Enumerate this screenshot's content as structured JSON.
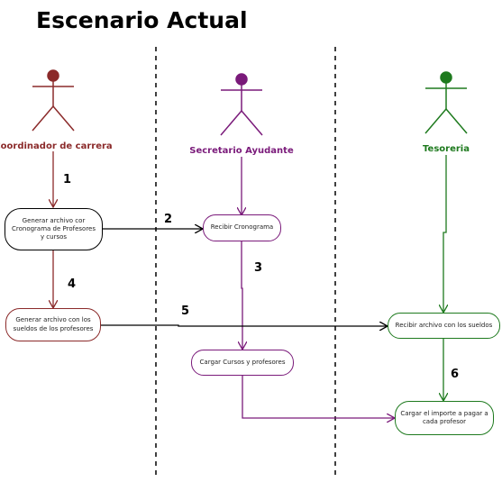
{
  "title": "Escenario Actual",
  "colors": {
    "coordinator": "#8b2a2a",
    "secretary": "#7a1a7a",
    "treasury": "#1e7a1e",
    "neutral": "#000000"
  },
  "actors": [
    {
      "id": "coordinator",
      "label": "Coordinador de carrera"
    },
    {
      "id": "secretary",
      "label": "Secretario Ayudante"
    },
    {
      "id": "treasury",
      "label": "Tesoreria"
    }
  ],
  "activities": {
    "generate_schedule": "Generar archivo cor Cronograma de Profesores y cursos",
    "receive_schedule": "Recibir Cronograma",
    "generate_salaries": "Generar archivo con los sueldos de los profesores",
    "load_courses": "Cargar Cursos y profesores",
    "receive_salaries": "Recibir archivo con los sueldos",
    "load_amount": "Cargar el importe a pagar a cada profesor"
  },
  "steps": [
    "1",
    "2",
    "3",
    "4",
    "5",
    "6"
  ]
}
